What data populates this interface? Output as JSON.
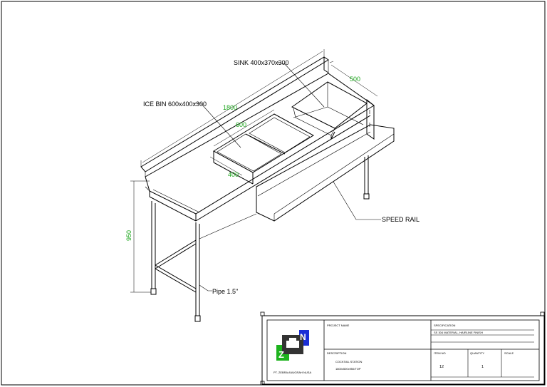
{
  "drawing": {
    "labels": {
      "sink": "SINK 400x370x300",
      "ice_bin": "ICE BIN 600x400x300",
      "speed_rail": "SPEED RAIL",
      "pipe": "Pipe 1.5\""
    },
    "dimensions": {
      "length": "1800",
      "depth": "500",
      "height": "950",
      "bin_width": "600",
      "bin_depth": "400"
    }
  },
  "title_block": {
    "company": "PT. ZEBRA ANUGRAH NUSA",
    "logo_letters": [
      "Z",
      "N"
    ],
    "project_name_label": "PROJECT NAME",
    "description_label": "DESCRIPTION",
    "description_line1": "COCKTAIL STATION",
    "description_line2": "1800x500x950/TOP",
    "specification_label": "SPECIFICATION",
    "specification_value": "SS 304 MATERIAL, HAIRLINE FINISH",
    "item_no_label": "ITEM NO",
    "item_no_value": "12",
    "quantity_label": "QUANTITY",
    "quantity_value": "1",
    "scale_label": "SCALE",
    "scale_value": ""
  },
  "colors": {
    "dimension_text": "#1aa51a",
    "logo_green": "#1db31d",
    "logo_blue": "#1a2fd6",
    "logo_dark": "#333333"
  }
}
